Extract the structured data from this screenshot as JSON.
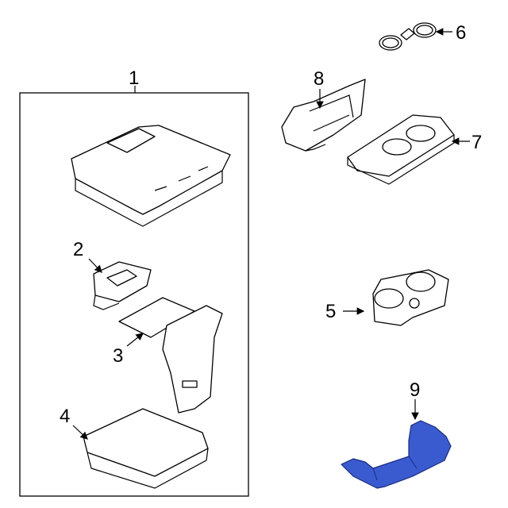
{
  "diagram": {
    "callouts": [
      {
        "id": "1",
        "label": "1"
      },
      {
        "id": "2",
        "label": "2"
      },
      {
        "id": "3",
        "label": "3"
      },
      {
        "id": "4",
        "label": "4"
      },
      {
        "id": "5",
        "label": "5"
      },
      {
        "id": "6",
        "label": "6"
      },
      {
        "id": "7",
        "label": "7"
      },
      {
        "id": "8",
        "label": "8"
      },
      {
        "id": "9",
        "label": "9"
      }
    ],
    "highlight_color": "#3a5bd0"
  }
}
